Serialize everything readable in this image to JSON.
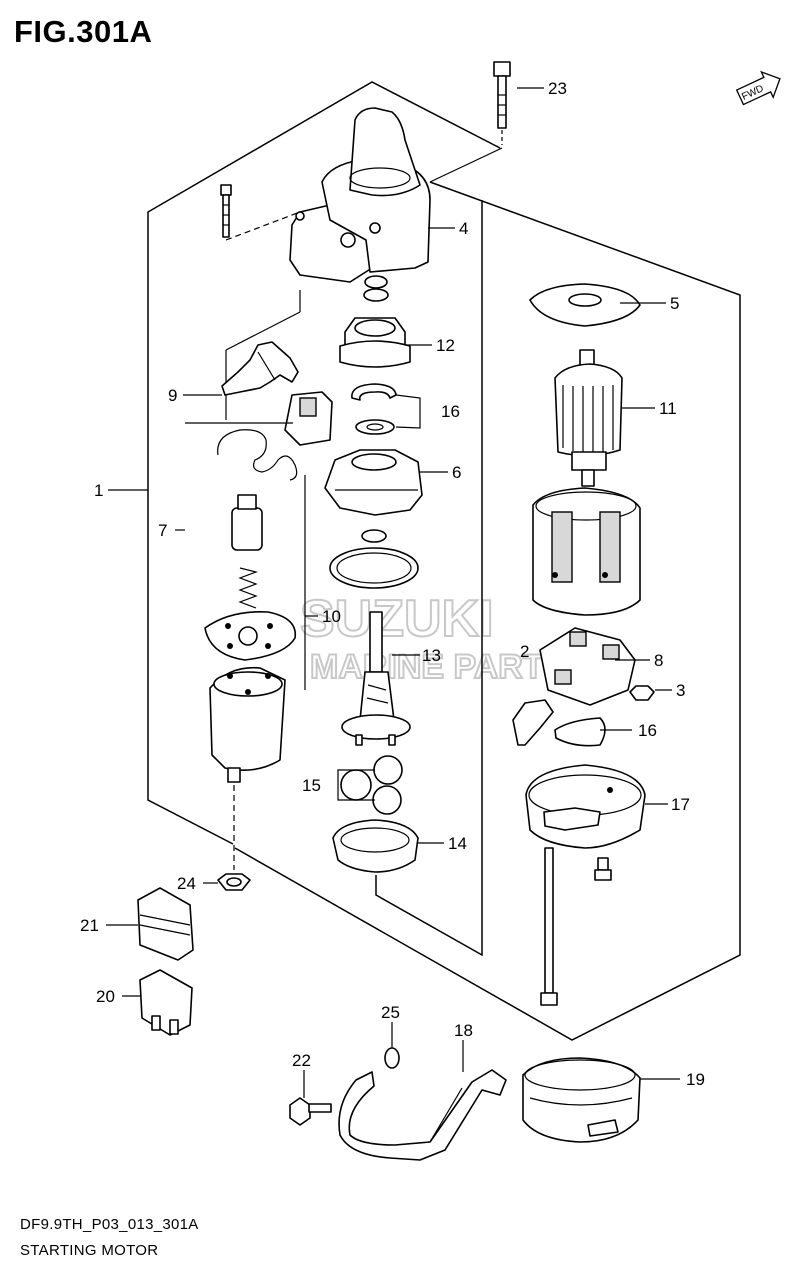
{
  "figure": {
    "title": "FIG.301A",
    "code": "DF9.9TH_P03_013_301A",
    "caption": "STARTING MOTOR",
    "fwd_label": "FWD"
  },
  "watermark": {
    "line1": "SUZUKI",
    "line2": "MARINE PARTS"
  },
  "callouts": {
    "c1": "1",
    "c2": "2",
    "c3": "3",
    "c4": "4",
    "c5": "5",
    "c6": "6",
    "c7": "7",
    "c8": "8",
    "c9": "9",
    "c10": "10",
    "c11": "11",
    "c12": "12",
    "c13": "13",
    "c14": "14",
    "c15": "15",
    "c16a": "16",
    "c16b": "16",
    "c17": "17",
    "c18": "18",
    "c19": "19",
    "c20": "20",
    "c21": "21",
    "c22": "22",
    "c23": "23",
    "c24": "24",
    "c25": "25"
  }
}
